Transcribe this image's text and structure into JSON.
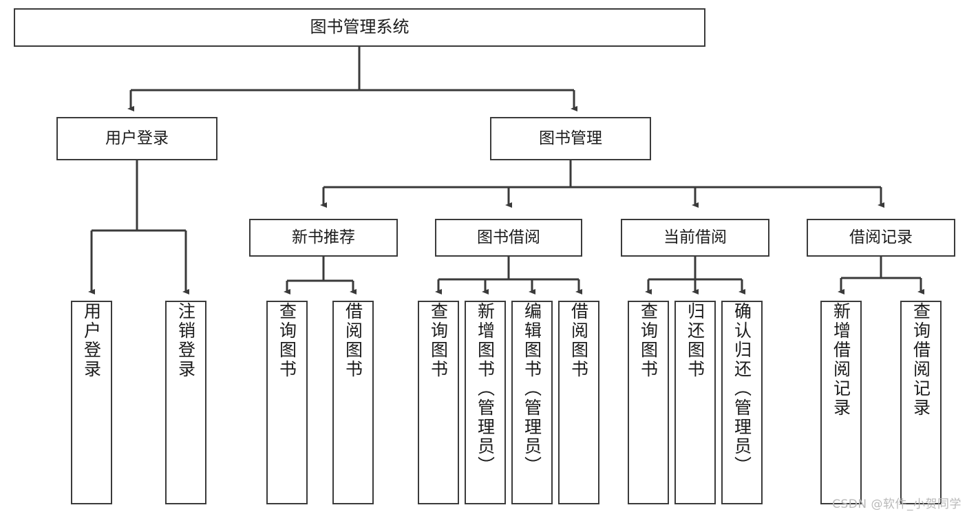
{
  "diagram": {
    "title": "图书管理系统",
    "type": "tree",
    "watermark": "CSDN @软件_小贺同学",
    "colors": {
      "box_border": "#3a3a3a",
      "box_fill": "#ffffff",
      "edge": "#3a3a3a",
      "text": "#1b1b1b",
      "watermark": "#b9b9b9",
      "background": "#ffffff"
    },
    "root": {
      "label": "图书管理系统"
    },
    "level2": [
      {
        "label": "用户登录"
      },
      {
        "label": "图书管理"
      }
    ],
    "level3": [
      {
        "label": "新书推荐"
      },
      {
        "label": "图书借阅"
      },
      {
        "label": "当前借阅"
      },
      {
        "label": "借阅记录"
      }
    ],
    "leaves": {
      "user_login": [
        {
          "label": "用户登录"
        },
        {
          "label": "注销登录"
        }
      ],
      "new_book": [
        {
          "label": "查询图书"
        },
        {
          "label": "借阅图书"
        }
      ],
      "book_borrow": [
        {
          "label": "查询图书"
        },
        {
          "label": "新增图书（管理员）"
        },
        {
          "label": "编辑图书（管理员）"
        },
        {
          "label": "借阅图书"
        }
      ],
      "current_borrow": [
        {
          "label": "查询图书"
        },
        {
          "label": "归还图书"
        },
        {
          "label": "确认归还（管理员）"
        }
      ],
      "borrow_record": [
        {
          "label": "新增借阅记录"
        },
        {
          "label": "查询借阅记录"
        }
      ]
    }
  }
}
